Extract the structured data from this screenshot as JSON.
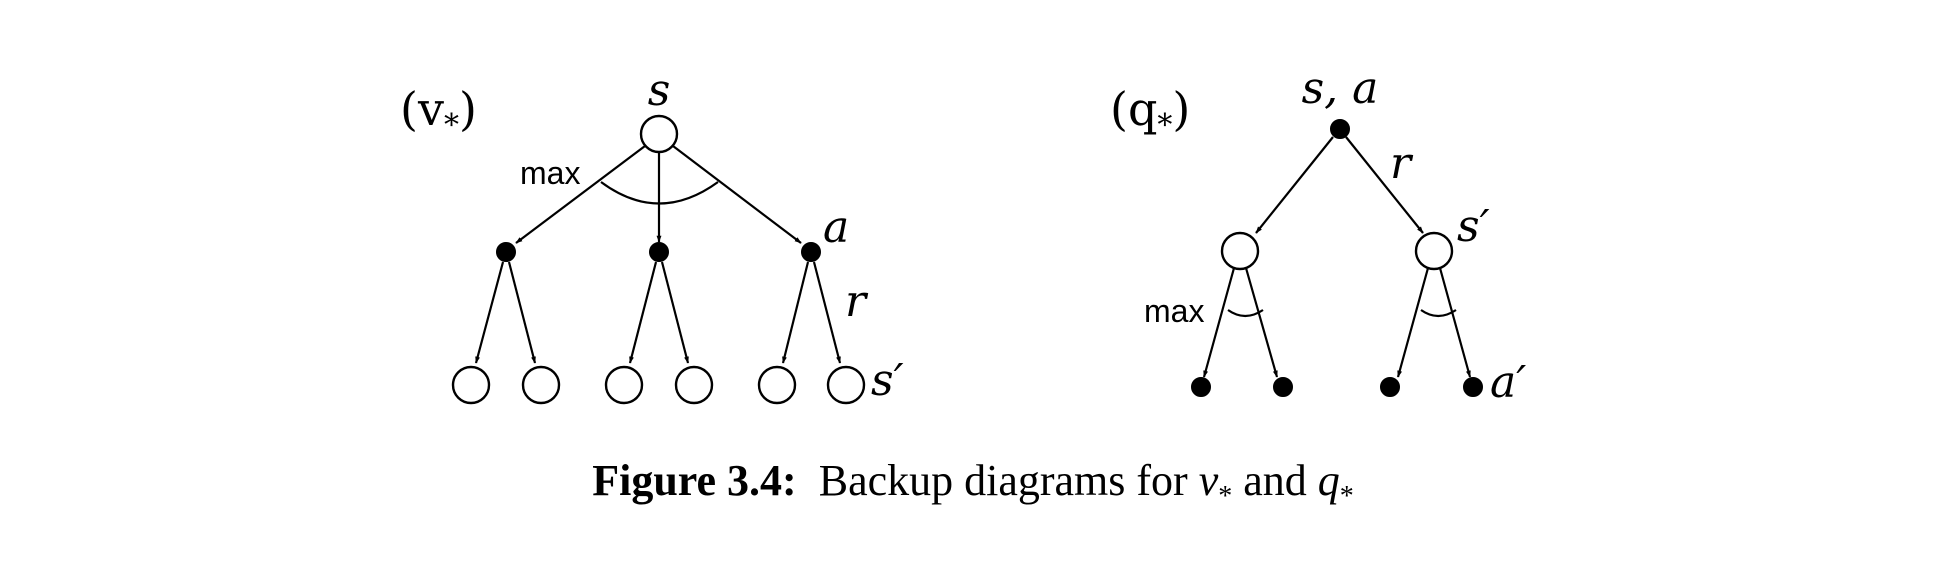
{
  "diagrams": [
    {
      "id": "v",
      "tag": "(v",
      "tag_sub": "*",
      "tag_close": ")",
      "root_label": "s",
      "max_label": "max",
      "action_label": "a",
      "reward_label": "r",
      "next_state_label": "s′"
    },
    {
      "id": "q",
      "tag": "(q",
      "tag_sub": "*",
      "tag_close": ")",
      "root_label": "s, a",
      "max_label": "max",
      "reward_label": "r",
      "next_state_label": "s′",
      "next_action_label": "a′"
    }
  ],
  "caption": {
    "label": "Figure 3.4:",
    "text": "Backup diagrams for ",
    "v": "v",
    "v_sub": "*",
    "and": " and ",
    "q": "q",
    "q_sub": "*"
  }
}
